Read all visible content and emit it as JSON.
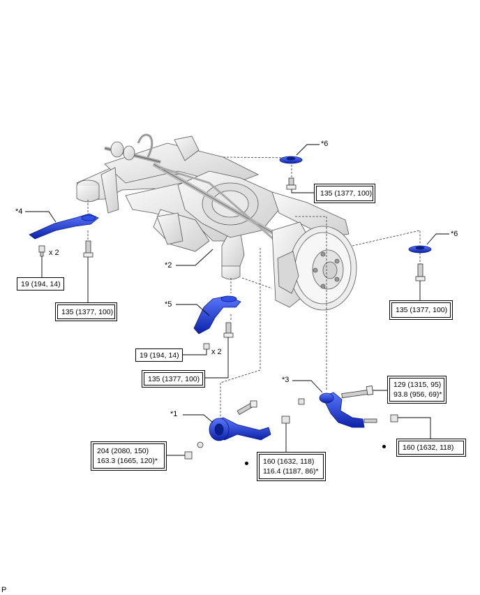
{
  "callouts": {
    "c1": "*1",
    "c2": "*2",
    "c3": "*3",
    "c4": "*4",
    "c5": "*5",
    "c6a": "*6",
    "c6b": "*6"
  },
  "quantity_x2": "x 2",
  "torque": {
    "t_135_top": "135 (1377, 100)",
    "t_135_left": "135 (1377, 100)",
    "t_135_right": "135 (1377, 100)",
    "t_135_mid": "135 (1377, 100)",
    "t_19_left": "19 (194, 14)",
    "t_19_mid": "19 (194, 14)",
    "t_129_line1": "129 (1315, 95)",
    "t_129_line2": "93.8 (956, 69)*",
    "t_160_right": "160 (1632, 118)",
    "t_204_line1": "204 (2080, 150)",
    "t_204_line2": "163.3 (1665, 120)*",
    "t_160_line1": "160 (1632, 118)",
    "t_160_line2": "116.4 (1187, 86)*"
  },
  "corner_mark": "P",
  "colors": {
    "part_blue": "#1f3fd0",
    "part_dark": "#0b1f8a",
    "body_gray": "#e9e9e9",
    "line": "#333333"
  }
}
